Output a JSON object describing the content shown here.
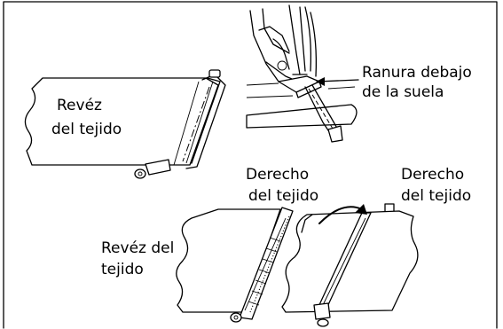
{
  "labels": {
    "reves_top_1": "Revéz",
    "reves_top_2": "del tejido",
    "ranura_1": "Ranura debajo",
    "ranura_2": "de la suela",
    "derecho_left_1": "Derecho",
    "derecho_left_2": "del tejido",
    "derecho_right_1": "Derecho",
    "derecho_right_2": "del tejido",
    "reves_bottom_1": "Revéz del",
    "reves_bottom_2": "tejido"
  }
}
